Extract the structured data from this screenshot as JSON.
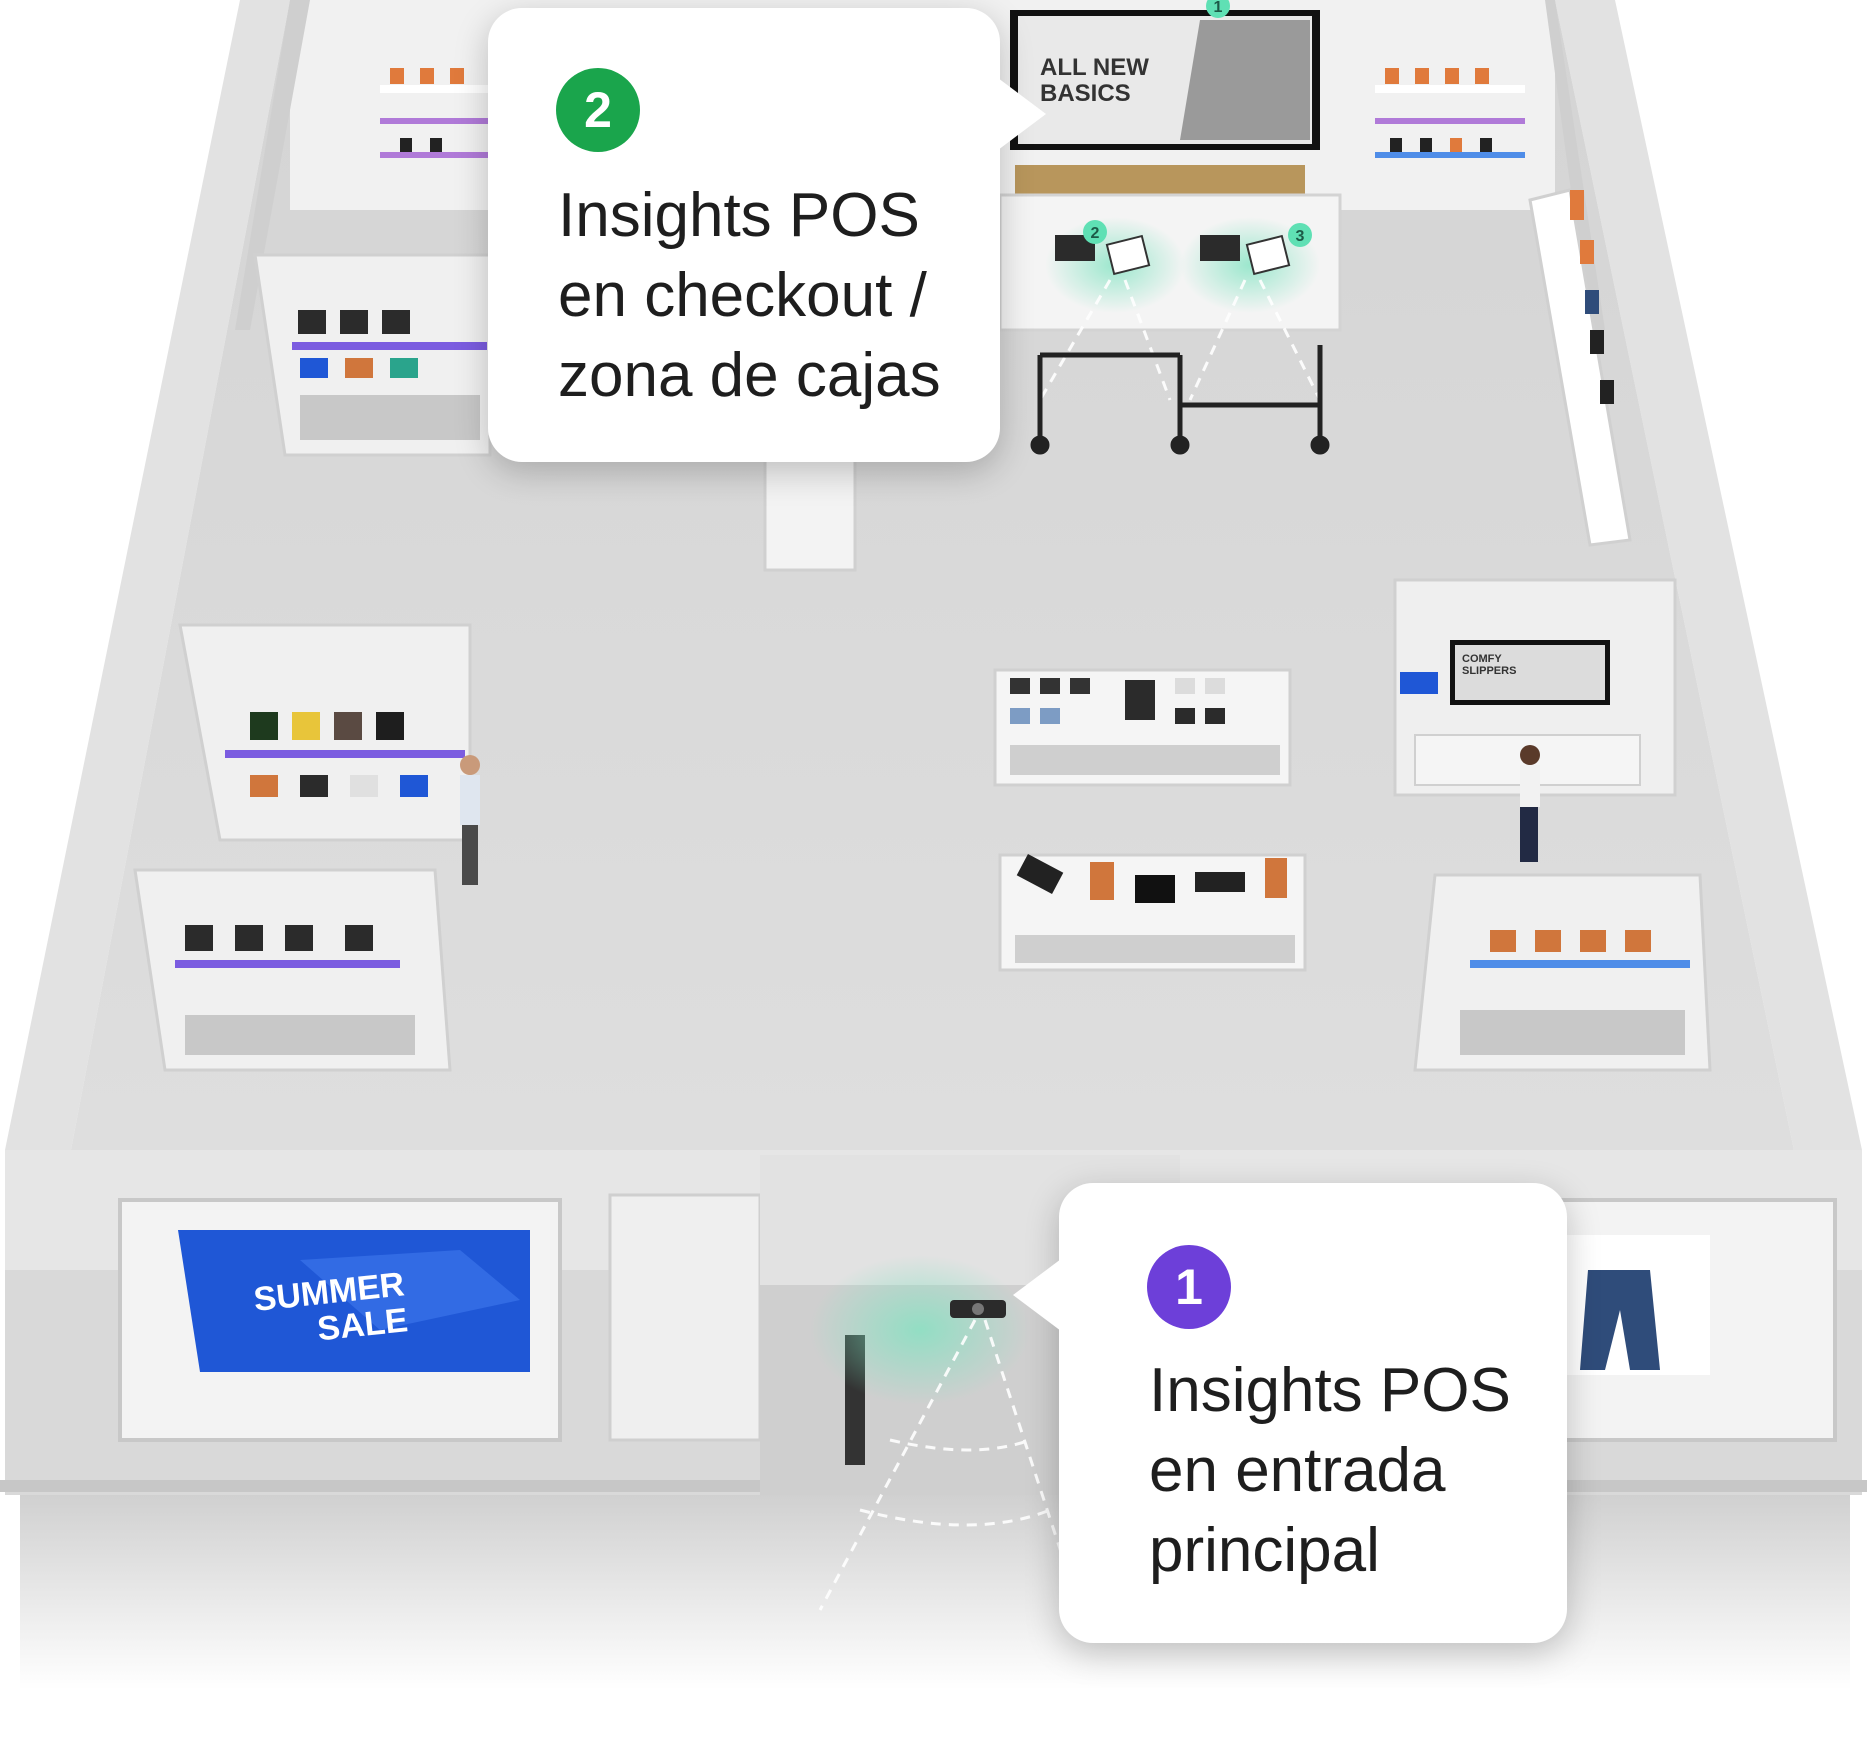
{
  "colors": {
    "badge_checkout": "#1aa54c",
    "badge_entrance": "#6d3fd9",
    "sensor_zone": "#7ee3c0",
    "sensor_label": "#5fe0b4",
    "sale_banner": "#1f57d6"
  },
  "callouts": {
    "checkout": {
      "badge": "2",
      "text": "Insights POS\nen checkout /\nzona de cajas"
    },
    "entrance": {
      "badge": "1",
      "text": "Insights POS\nen entrada\nprincipal"
    }
  },
  "store": {
    "screen_headline": "ALL NEW\nBASICS",
    "sale_banner_text": "SUMMER\nSALE",
    "side_screen_text": "COMFY\nSLIPPERS",
    "sensor_labels": [
      "1",
      "2",
      "3"
    ]
  },
  "icons": [
    "sensor-camera-icon",
    "checkout-terminal-icon",
    "shopper-figure-icon"
  ]
}
